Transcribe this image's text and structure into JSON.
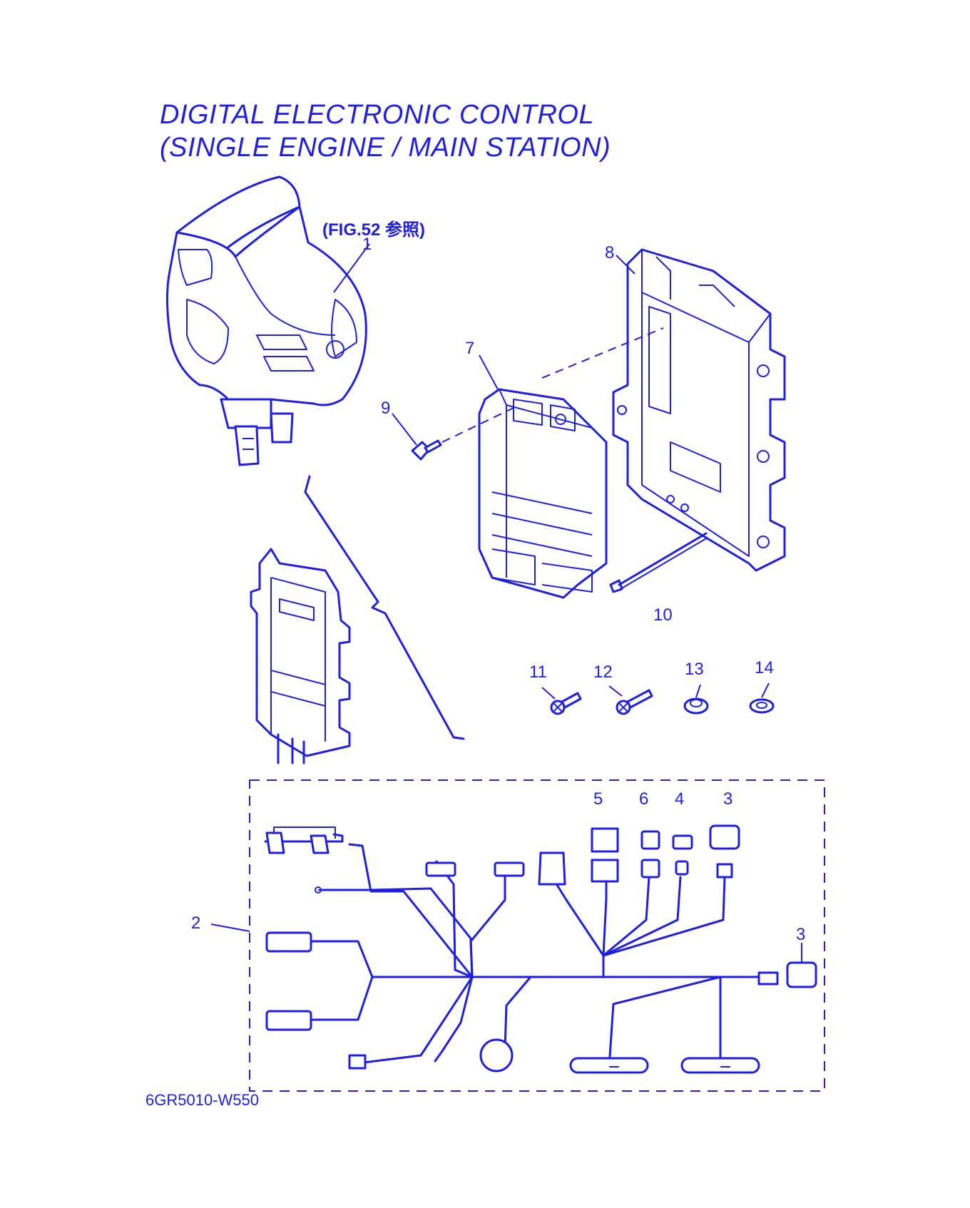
{
  "title": {
    "line1": "DIGITAL ELECTRONIC CONTROL",
    "line2": "(SINGLE ENGINE / MAIN STATION)"
  },
  "fig_reference": "(FIG.52 参照)",
  "drawing_code": "6GR5010-W550",
  "callouts": {
    "c1": "1",
    "c2": "2",
    "c3a": "3",
    "c3b": "3",
    "c4": "4",
    "c5": "5",
    "c6": "6",
    "c7": "7",
    "c8": "8",
    "c9": "9",
    "c10": "10",
    "c11": "11",
    "c12": "12",
    "c13": "13",
    "c14": "14"
  },
  "colors": {
    "ink": "#1f1fe0",
    "paper": "#ffffff"
  }
}
